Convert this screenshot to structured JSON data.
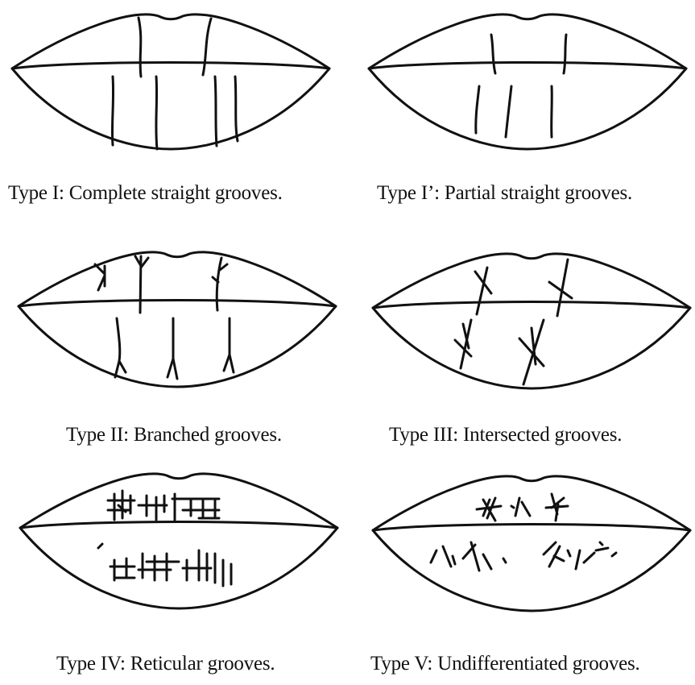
{
  "captions": {
    "type1": "Type I: Complete straight grooves.",
    "type1p": "Type I’: Partial straight grooves.",
    "type2": "Type II: Branched grooves.",
    "type3": "Type III: Intersected grooves.",
    "type4": "Type IV: Reticular grooves.",
    "type5": "Type V: Undifferentiated grooves."
  }
}
